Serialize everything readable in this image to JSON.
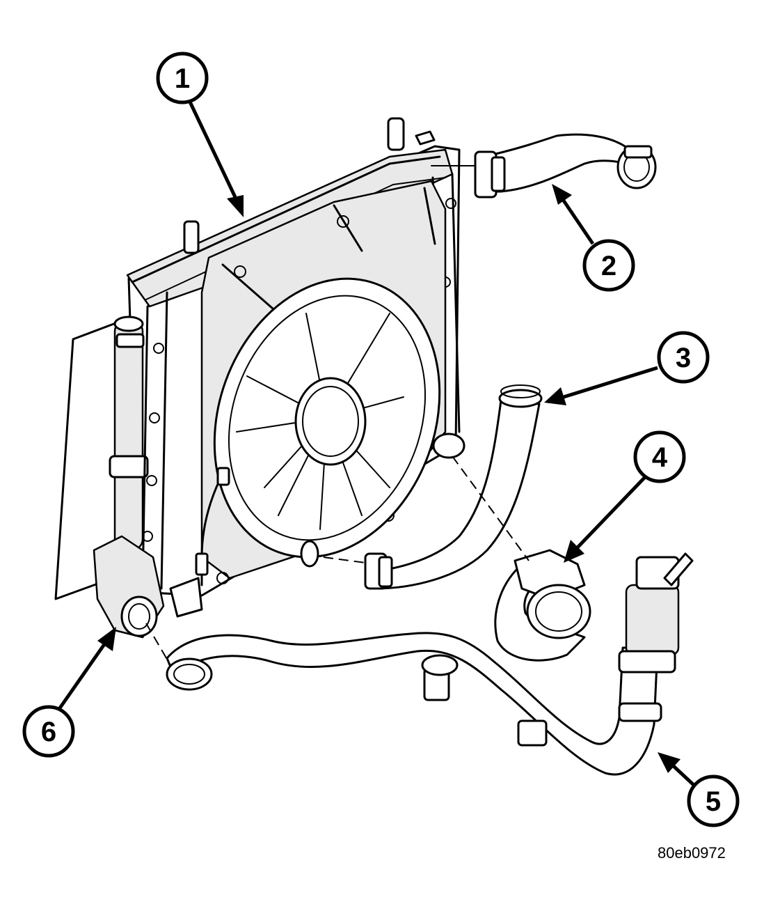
{
  "figure": {
    "reference_code": "80eb0972"
  },
  "callouts": [
    {
      "id": "1",
      "label": "1"
    },
    {
      "id": "2",
      "label": "2"
    },
    {
      "id": "3",
      "label": "3"
    },
    {
      "id": "4",
      "label": "4"
    },
    {
      "id": "5",
      "label": "5"
    },
    {
      "id": "6",
      "label": "6"
    }
  ]
}
